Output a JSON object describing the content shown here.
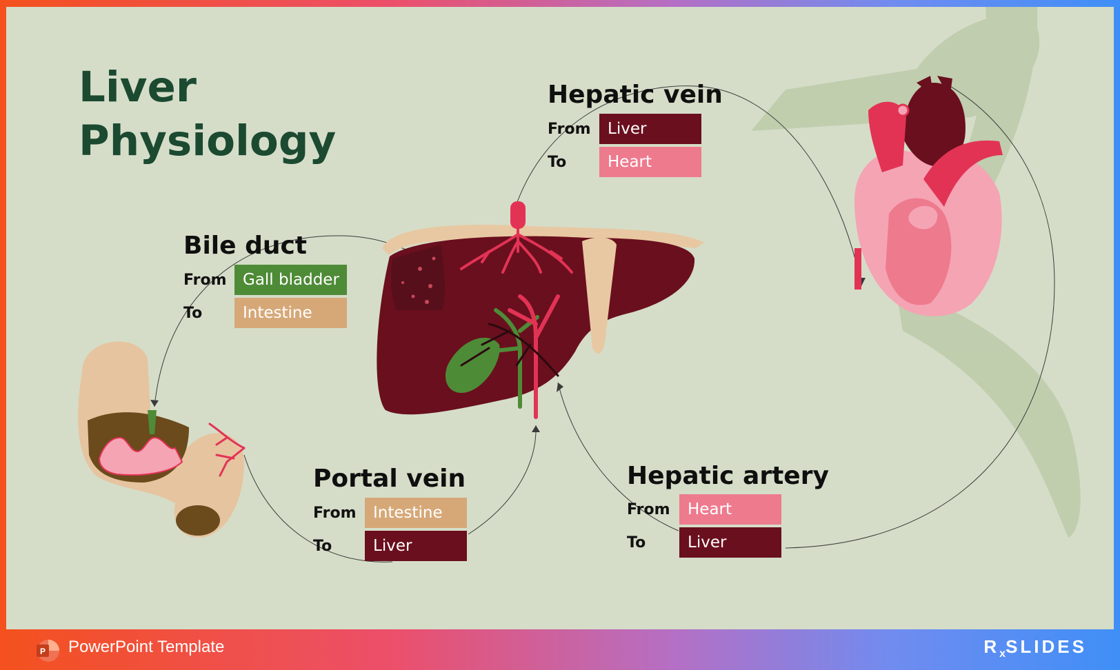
{
  "title": {
    "line1": "Liver",
    "line2": "Physiology"
  },
  "labels": {
    "from": "From",
    "to": "To"
  },
  "vessels": {
    "hepatic_vein": {
      "name": "Hepatic vein",
      "from": "Liver",
      "to": "Heart"
    },
    "bile_duct": {
      "name": "Bile duct",
      "from": "Gall bladder",
      "to": "Intestine"
    },
    "portal_vein": {
      "name": "Portal vein",
      "from": "Intestine",
      "to": "Liver"
    },
    "hepatic_artery": {
      "name": "Hepatic artery",
      "from": "Heart",
      "to": "Liver"
    }
  },
  "footer": {
    "template_label": "PowerPoint Template",
    "brand": "SLIDES",
    "brand_rx": "R",
    "brand_x": "x"
  },
  "colors": {
    "liver": "#6a0f1e",
    "heart": "#ee7a8e",
    "gall_bladder": "#4e8b37",
    "intestine": "#d6a878",
    "title": "#1b4a31",
    "background": "#d5ddc8"
  },
  "icons": [
    "powerpoint-logo-icon",
    "liver-illustration",
    "heart-illustration",
    "intestine-illustration",
    "ribbon-decoration"
  ]
}
